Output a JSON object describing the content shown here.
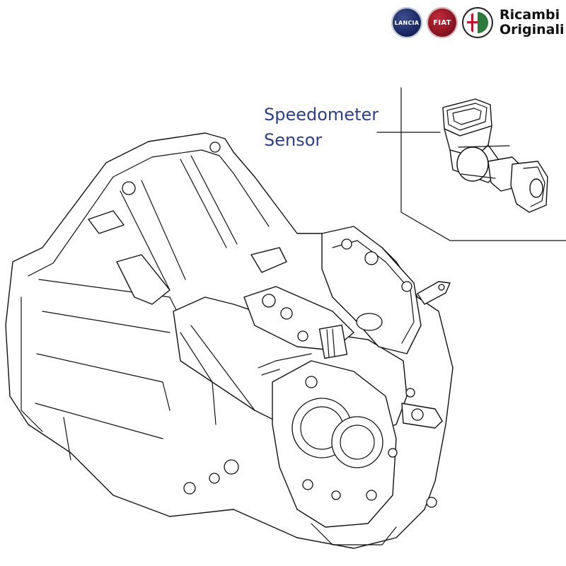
{
  "brand": {
    "badges": [
      {
        "icon": "lancia-logo-icon",
        "text": "LANCIA",
        "color": "#142059"
      },
      {
        "icon": "fiat-logo-icon",
        "text": "FIAT",
        "color": "#7d0f1c"
      },
      {
        "icon": "alfa-romeo-logo-icon",
        "text": "",
        "color": "#2a7a3a"
      }
    ],
    "line1": "Ricambi",
    "line2": "Originali"
  },
  "callout": {
    "line1": "Speedometer",
    "line2": "Sensor",
    "color": "#2d3f8c"
  }
}
